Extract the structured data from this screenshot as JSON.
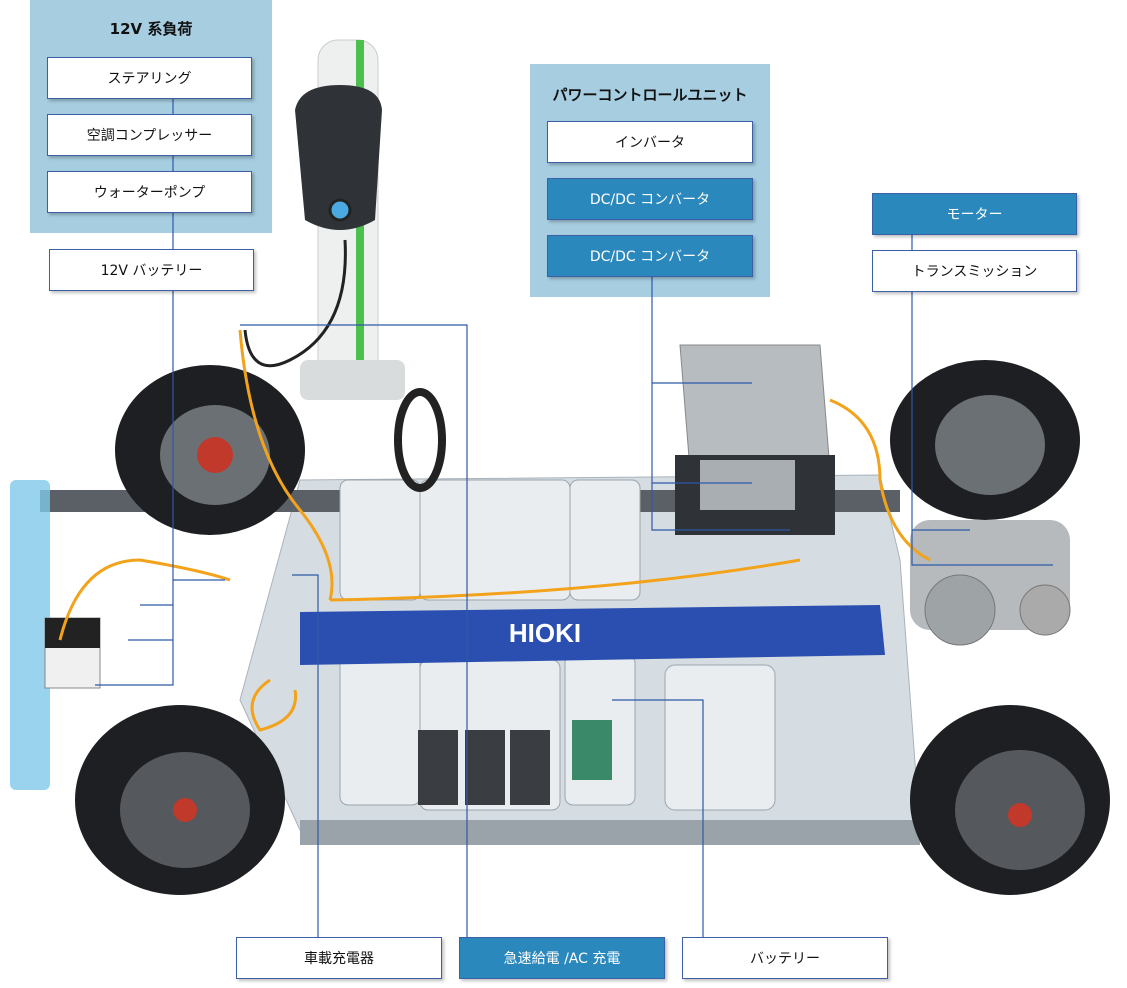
{
  "load_12v": {
    "title": "12V 系負荷",
    "items": [
      "ステアリング",
      "空調コンプレッサー",
      "ウォーターポンプ"
    ],
    "battery": "12V バッテリー"
  },
  "pcu": {
    "title": "パワーコントロールユニット",
    "items": [
      "インバータ",
      "DC/DC コンバータ",
      "DC/DC コンバータ"
    ]
  },
  "drive": {
    "motor": "モーター",
    "transmission": "トランスミッション"
  },
  "bottom": {
    "onboard_charger": "車載充電器",
    "quick_charge": "急速給電 /AC 充電",
    "battery": "バッテリー"
  },
  "brand": "HIOKI",
  "colors": {
    "panel": "#a6cde0",
    "accent": "#2a88bd",
    "border": "#3d5fa6",
    "bar": "#2a4fb0"
  }
}
